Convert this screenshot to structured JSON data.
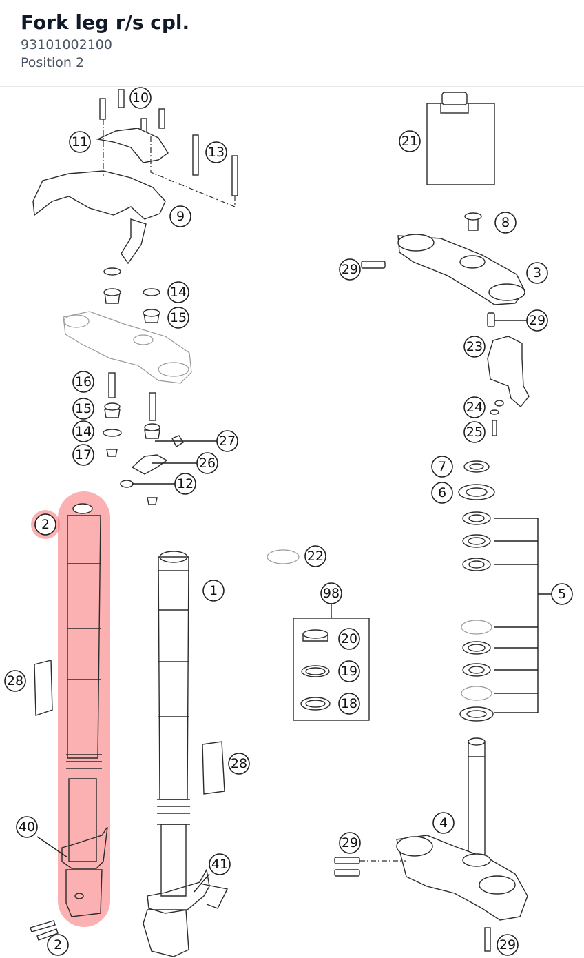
{
  "header": {
    "title": "Fork leg r/s cpl.",
    "part_number": "93101002100",
    "position": "Position 2"
  },
  "highlight": {
    "color": "#f87171",
    "callout": "2"
  },
  "callouts": [
    {
      "id": "c10",
      "label": "10"
    },
    {
      "id": "c11",
      "label": "11"
    },
    {
      "id": "c13",
      "label": "13"
    },
    {
      "id": "c9",
      "label": "9"
    },
    {
      "id": "c21",
      "label": "21"
    },
    {
      "id": "c8",
      "label": "8"
    },
    {
      "id": "c29a",
      "label": "29"
    },
    {
      "id": "c3",
      "label": "3"
    },
    {
      "id": "c29b",
      "label": "29"
    },
    {
      "id": "c14a",
      "label": "14"
    },
    {
      "id": "c15a",
      "label": "15"
    },
    {
      "id": "c23",
      "label": "23"
    },
    {
      "id": "c16",
      "label": "16"
    },
    {
      "id": "c15b",
      "label": "15"
    },
    {
      "id": "c24",
      "label": "24"
    },
    {
      "id": "c14b",
      "label": "14"
    },
    {
      "id": "c27",
      "label": "27"
    },
    {
      "id": "c25",
      "label": "25"
    },
    {
      "id": "c17",
      "label": "17"
    },
    {
      "id": "c26",
      "label": "26"
    },
    {
      "id": "c7",
      "label": "7"
    },
    {
      "id": "c12",
      "label": "12"
    },
    {
      "id": "c6",
      "label": "6"
    },
    {
      "id": "c2a",
      "label": "2"
    },
    {
      "id": "c22",
      "label": "22"
    },
    {
      "id": "c1",
      "label": "1"
    },
    {
      "id": "c98",
      "label": "98"
    },
    {
      "id": "c5",
      "label": "5"
    },
    {
      "id": "c20",
      "label": "20"
    },
    {
      "id": "c28a",
      "label": "28"
    },
    {
      "id": "c19",
      "label": "19"
    },
    {
      "id": "c18",
      "label": "18"
    },
    {
      "id": "c28b",
      "label": "28"
    },
    {
      "id": "c4",
      "label": "4"
    },
    {
      "id": "c40",
      "label": "40"
    },
    {
      "id": "c29c",
      "label": "29"
    },
    {
      "id": "c41",
      "label": "41"
    },
    {
      "id": "c2b",
      "label": "2"
    },
    {
      "id": "c29d",
      "label": "29"
    }
  ]
}
